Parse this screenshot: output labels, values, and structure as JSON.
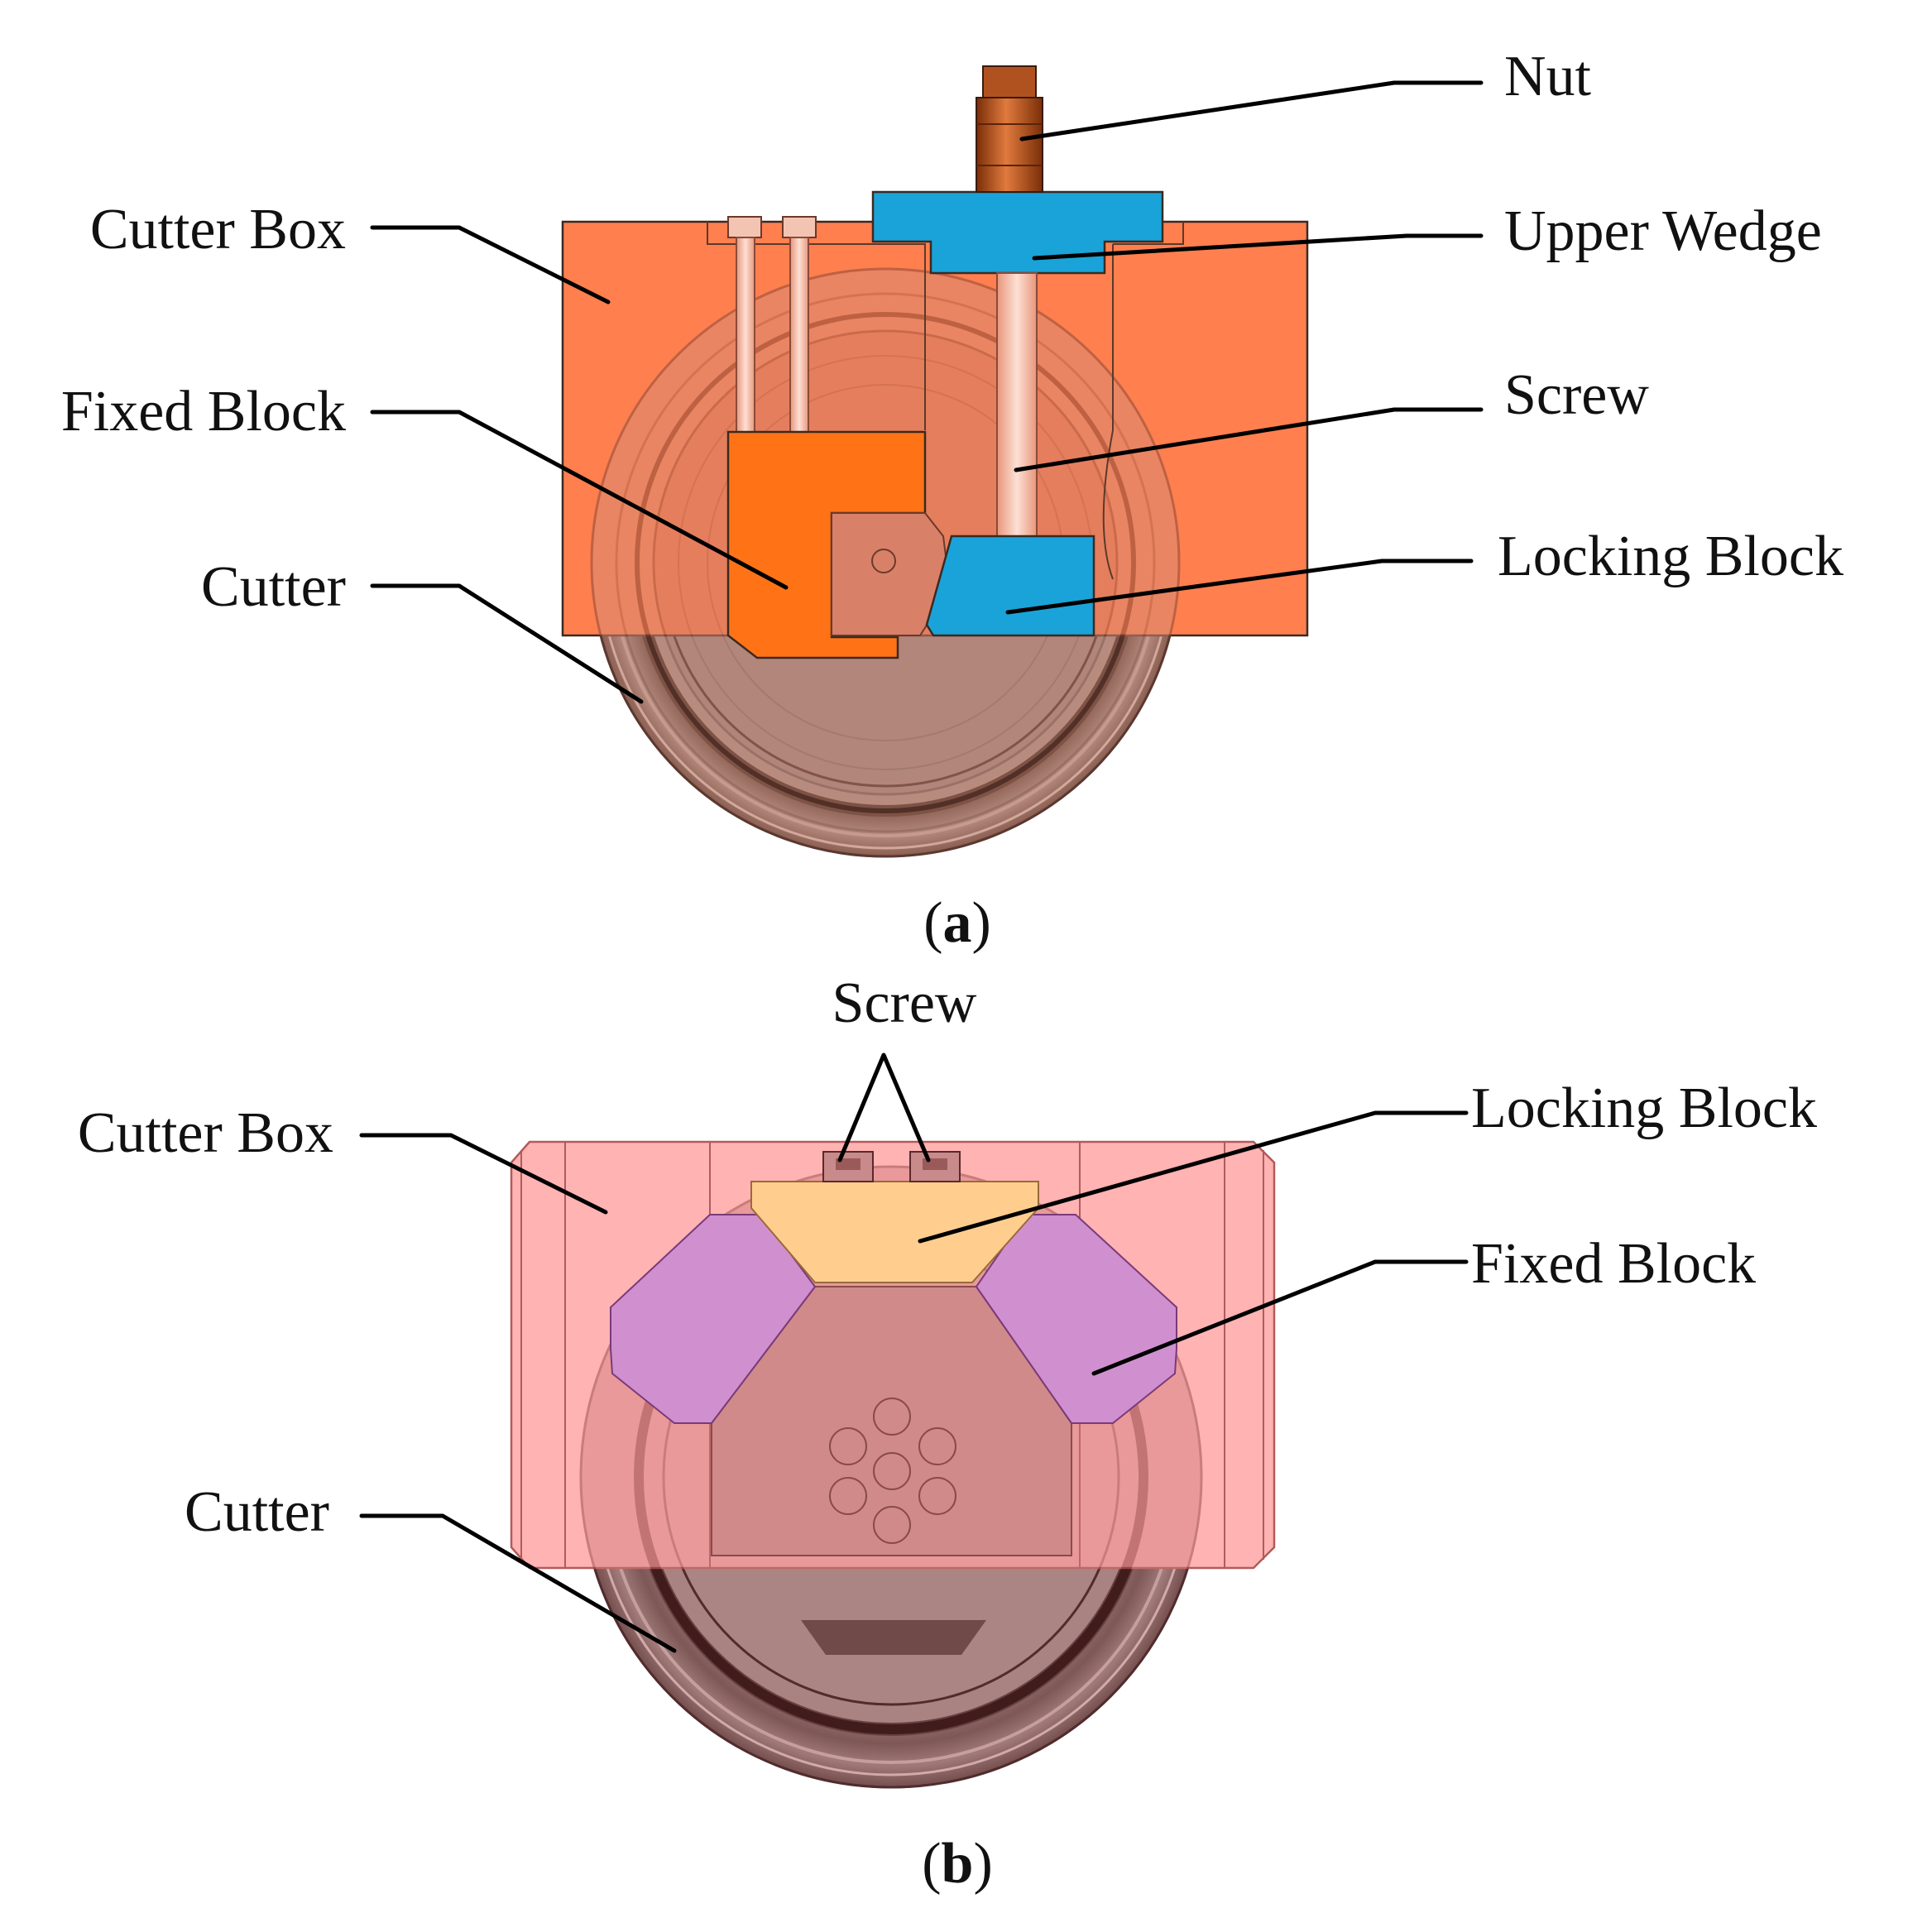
{
  "panel_a": {
    "labels": {
      "nut": "Nut",
      "upper_wedge": "Upper Wedge",
      "screw": "Screw",
      "locking_block": "Locking Block",
      "cutter_box": "Cutter Box",
      "fixed_block": "Fixed Block",
      "cutter": "Cutter"
    },
    "caption": {
      "open": "(",
      "letter": "a",
      "close": ")"
    }
  },
  "panel_b": {
    "labels": {
      "screw": "Screw",
      "locking_block": "Locking Block",
      "fixed_block": "Fixed Block",
      "cutter_box": "Cutter Box",
      "cutter": "Cutter"
    },
    "caption": {
      "open": "(",
      "letter": "b",
      "close": ")"
    }
  },
  "colors": {
    "a_cutter_box": "#ff7f4f",
    "a_fixed_block": "#ff7316",
    "a_upper_wedge": "#1aa3d9",
    "a_locking_block": "#1aa3d9",
    "a_nut": "#c0551e",
    "a_screw": "#f7b8a3",
    "b_cutter_box": "#ffb3b3",
    "b_locking_block": "#ffce8f",
    "b_fixed_block": "#d090d0",
    "cutter_dark": "#5a5a5a"
  }
}
